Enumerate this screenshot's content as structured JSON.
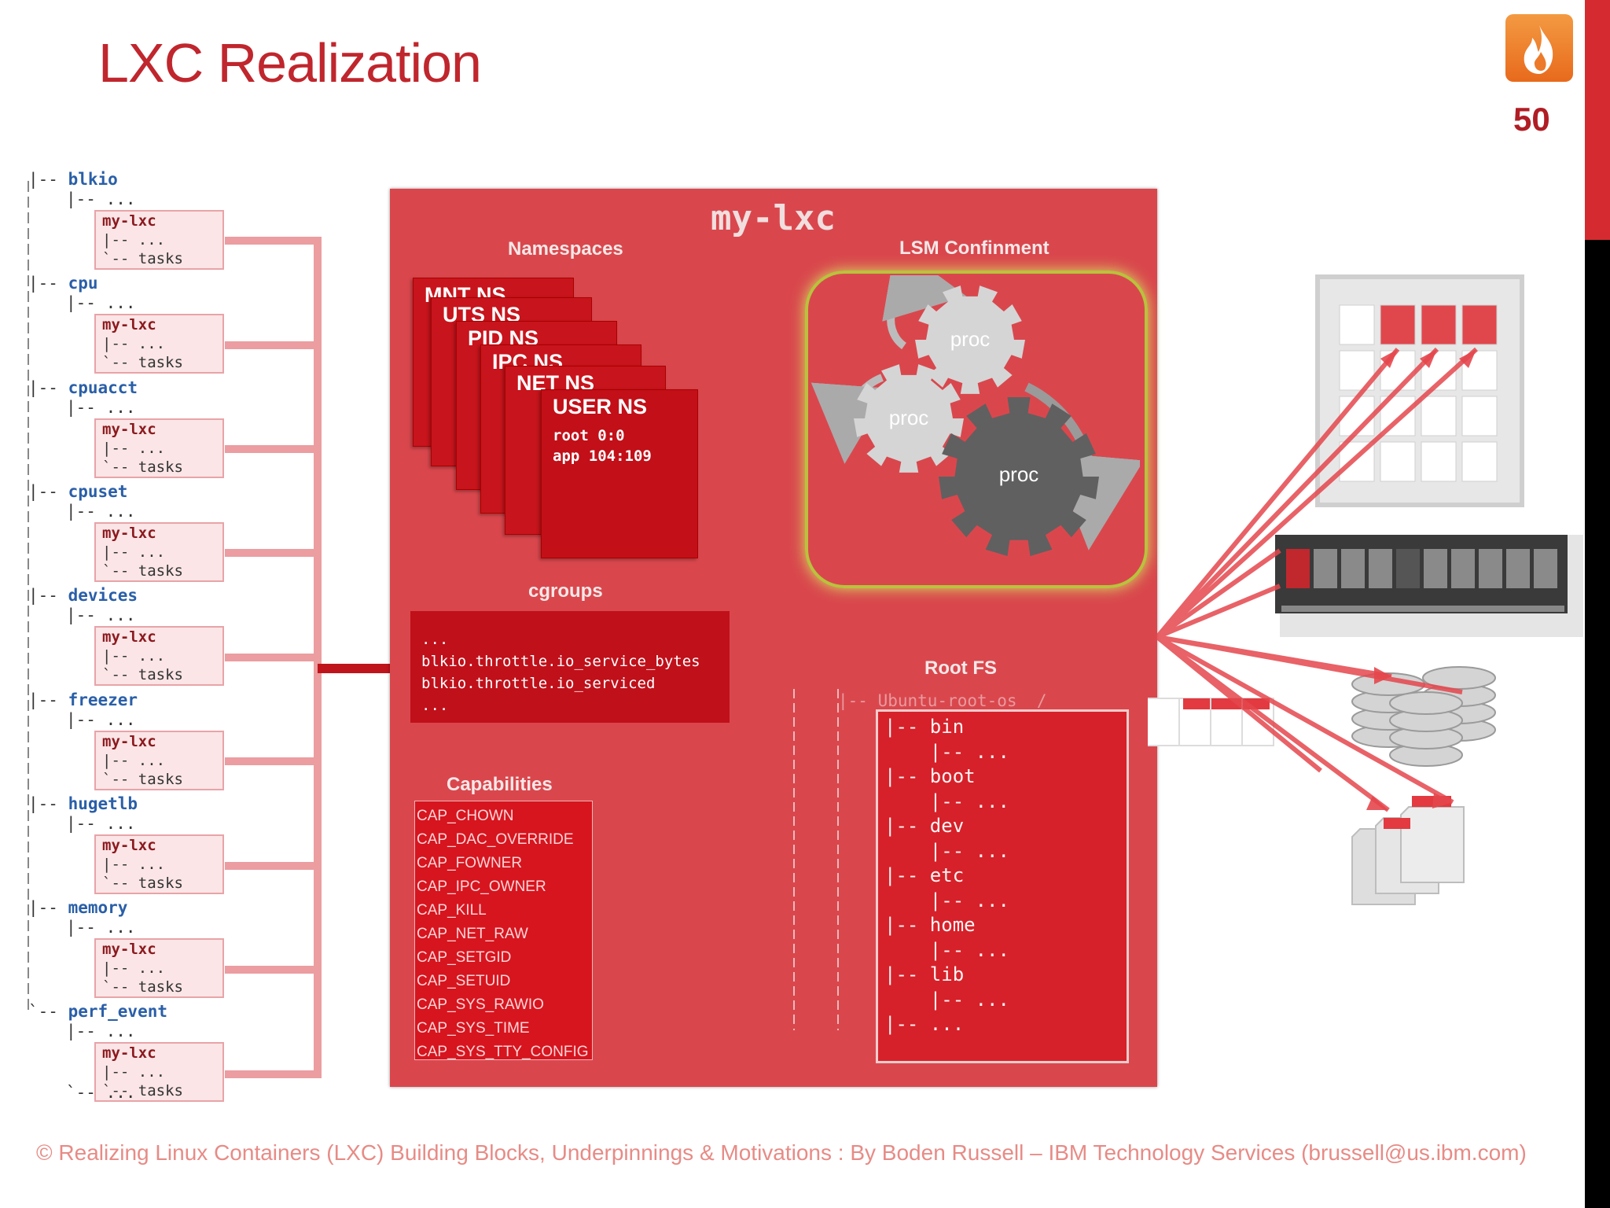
{
  "slide": {
    "title": "LXC Realization",
    "page_number": "50",
    "footer": "© Realizing Linux Containers (LXC) Building Blocks, Underpinnings & Motivations : By Boden Russell – IBM Technology Services (brussell@us.ibm.com)",
    "logo_icon": "flame-icon"
  },
  "cgroup_tree": {
    "subsystems": [
      "blkio",
      "cpu",
      "cpuacct",
      "cpuset",
      "devices",
      "freezer",
      "hugetlb",
      "memory",
      "perf_event"
    ],
    "ellipsis": "...",
    "container_name": "my-lxc",
    "child_lines": [
      "|-- ...",
      "`-- tasks"
    ],
    "tail": "`-- ..."
  },
  "container": {
    "name": "my-lxc",
    "namespaces": {
      "title": "Namespaces",
      "cards": [
        "MNT NS",
        "UTS NS",
        "PID NS",
        "IPC NS",
        "NET NS",
        "USER NS"
      ],
      "user_ns_lines": [
        "root 0:0",
        "app 104:109"
      ]
    },
    "cgroups": {
      "title": "cgroups",
      "lines": [
        "...",
        "blkio.throttle.io_service_bytes",
        "blkio.throttle.io_serviced",
        "..."
      ]
    },
    "capabilities": {
      "title": "Capabilities",
      "items": [
        "CAP_CHOWN",
        "CAP_DAC_OVERRIDE",
        "CAP_FOWNER",
        "CAP_IPC_OWNER",
        "CAP_KILL",
        "CAP_NET_RAW",
        "CAP_SETGID",
        "CAP_SETUID",
        "CAP_SYS_RAWIO",
        "CAP_SYS_TIME",
        "CAP_SYS_TTY_CONFIG"
      ]
    },
    "lsm": {
      "title": "LSM Confinment",
      "gears": [
        "proc",
        "proc",
        "proc"
      ]
    },
    "rootfs": {
      "title": "Root FS",
      "root_label": "|-- Ubuntu-root-os  /",
      "lines": [
        "|-- bin",
        "    |-- ...",
        "|-- boot",
        "    |-- ...",
        "|-- dev",
        "    |-- ...",
        "|-- etc",
        "    |-- ...",
        "|-- home",
        "    |-- ...",
        "|-- lib",
        "    |-- ...",
        "|-- ..."
      ]
    }
  },
  "colors": {
    "title": "#c0262d",
    "container_bg": "#d9474d",
    "lsm_border": "#b9c23c"
  }
}
